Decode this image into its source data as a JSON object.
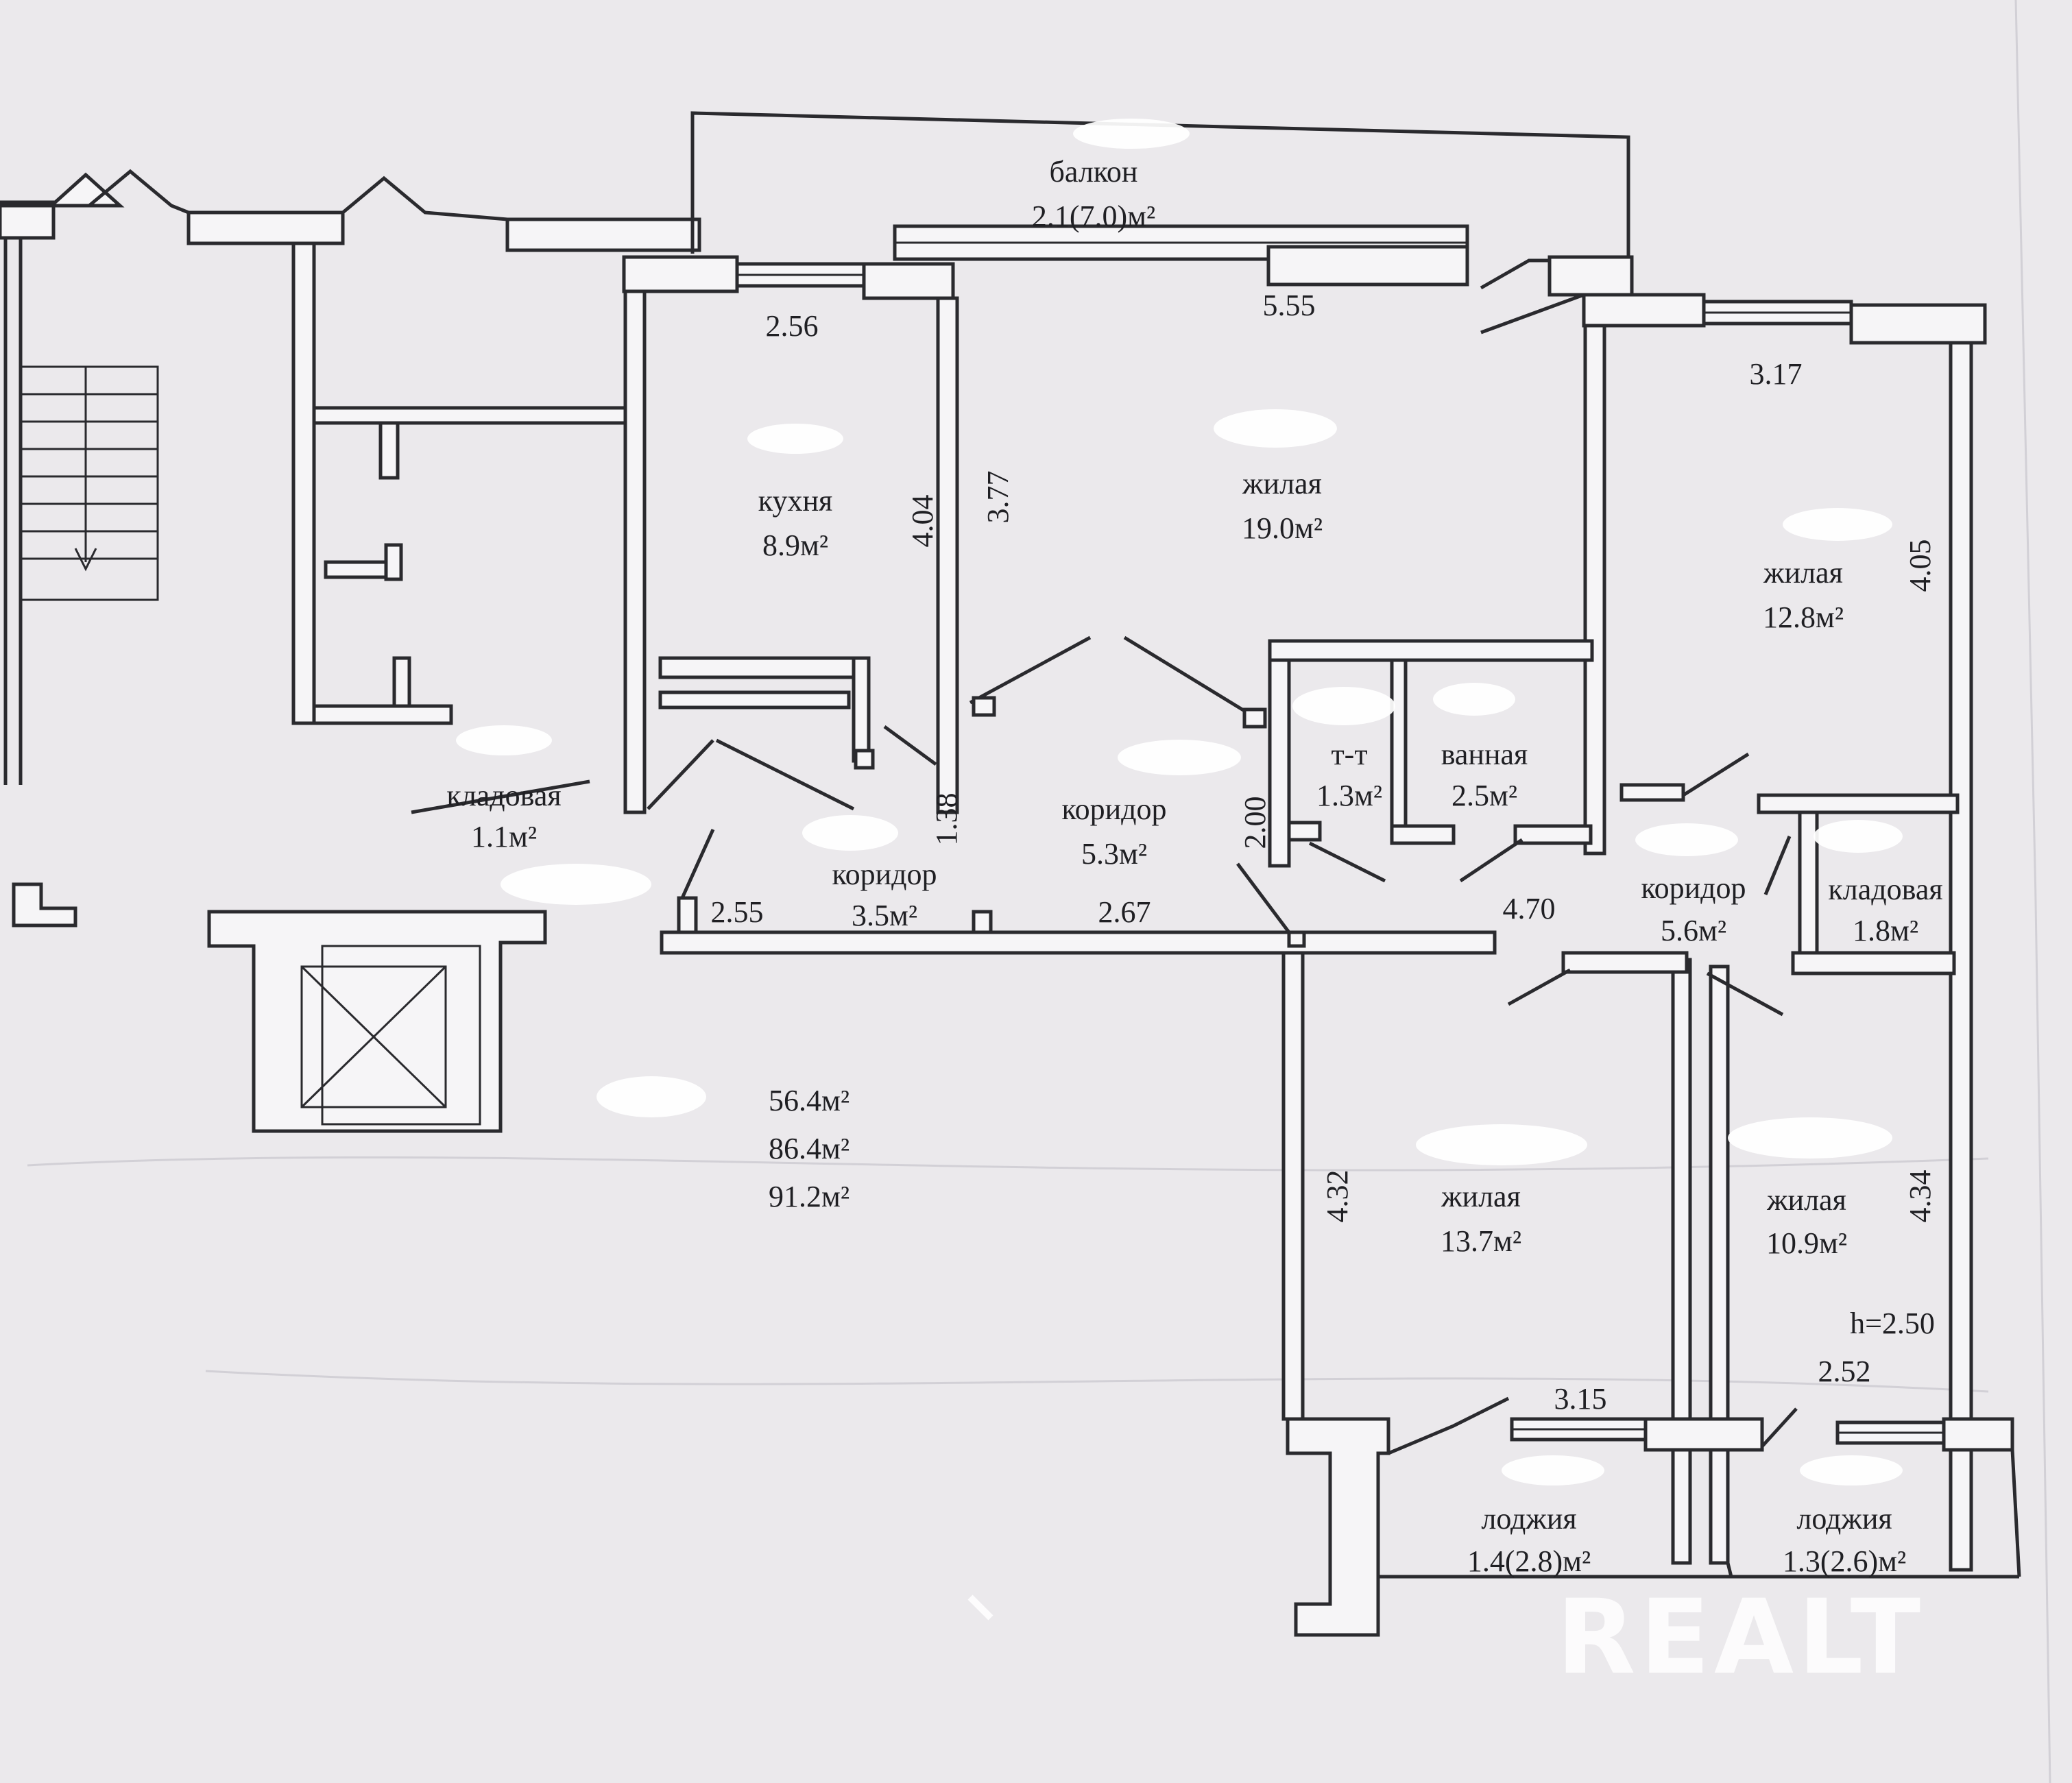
{
  "rooms": {
    "balcony": {
      "name": "балкон",
      "area": "2.1(7.0)м²"
    },
    "kitchen": {
      "name": "кухня",
      "area": "8.9м²"
    },
    "living_1": {
      "name": "жилая",
      "area": "19.0м²"
    },
    "living_2": {
      "name": "жилая",
      "area": "12.8м²"
    },
    "storage_1": {
      "name": "кладовая",
      "area": "1.1м²"
    },
    "corridor_1": {
      "name": "коридор",
      "area": "3.5м²"
    },
    "corridor_2": {
      "name": "коридор",
      "area": "5.3м²"
    },
    "toilet": {
      "name": "т-т",
      "area": "1.3м²"
    },
    "bathroom": {
      "name": "ванная",
      "area": "2.5м²"
    },
    "corridor_3": {
      "name": "коридор",
      "area": "5.6м²"
    },
    "storage_2": {
      "name": "кладовая",
      "area": "1.8м²"
    },
    "living_3": {
      "name": "жилая",
      "area": "13.7м²"
    },
    "living_4": {
      "name": "жилая",
      "area": "10.9м²"
    },
    "loggia_1": {
      "name": "лоджия",
      "area": "1.4(2.8)м²"
    },
    "loggia_2": {
      "name": "лоджия",
      "area": "1.3(2.6)м²"
    }
  },
  "dimensions": {
    "kitchen_width": "2.56",
    "living_1_width": "5.55",
    "living_2_width": "3.17",
    "kitchen_depth_a": "4.04",
    "kitchen_depth_b": "3.77",
    "living_2_depth": "4.05",
    "corridor_1_small": "1.38",
    "corridor_2_small": "2.00",
    "corridor_1_width": "2.55",
    "corridor_2_width": "2.67",
    "corridor_3_width": "4.70",
    "living_3_depth": "4.32",
    "living_4_depth": "4.34",
    "living_3_width": "3.15",
    "living_4_width": "2.52",
    "ceiling_height": "h=2.50"
  },
  "totals": {
    "living_area": "56.4м²",
    "total_area": "86.4м²",
    "total_with_balconies": "91.2м²"
  },
  "watermark": "REALT",
  "colors": {
    "paper": "#ebe9ec",
    "lines": "#2a2a2e",
    "redaction": "#ffffff"
  }
}
